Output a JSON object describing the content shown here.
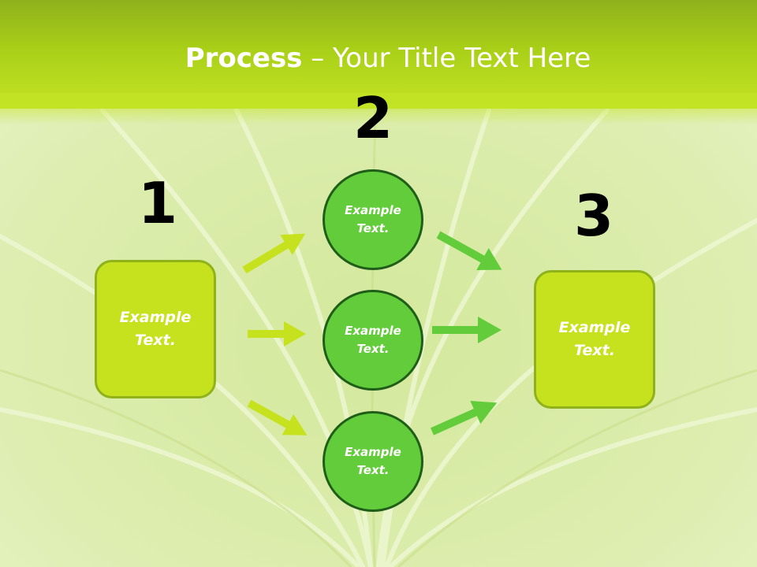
{
  "title": {
    "bold": "Process",
    "rest": " – Your Title Text Here"
  },
  "steps": {
    "one": "1",
    "two": "2",
    "three": "3"
  },
  "boxes": {
    "left": "Example Text.",
    "right": "Example Text."
  },
  "circles": {
    "top": "Example Text.",
    "middle": "Example Text.",
    "bottom": "Example Text."
  },
  "colors": {
    "header": "#a9cf18",
    "box_fill": "#c6e21e",
    "box_border": "#8fb21a",
    "circle_fill": "#63cc3b",
    "circle_border": "#1f5e18",
    "arrow_left": "#c6e21e",
    "arrow_right": "#63cc3b"
  }
}
